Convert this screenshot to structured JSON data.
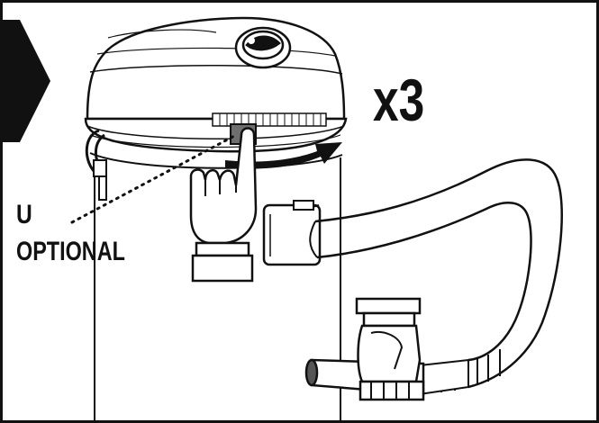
{
  "labels": {
    "multiplier": "x3",
    "part_letter": "U",
    "optional_text": "OPTIONAL"
  },
  "colors": {
    "line": "#111111",
    "fill": "#ffffff",
    "accent": "#1a1a1a",
    "shade": "#6f6f6f"
  },
  "icons": {
    "step_arrow": "black-chevron-right",
    "rotation_arrow": "curved-arrow-clockwise",
    "hand_top": "hand-pressing-latch",
    "hand_bottom": "hand-gripping-hose"
  }
}
